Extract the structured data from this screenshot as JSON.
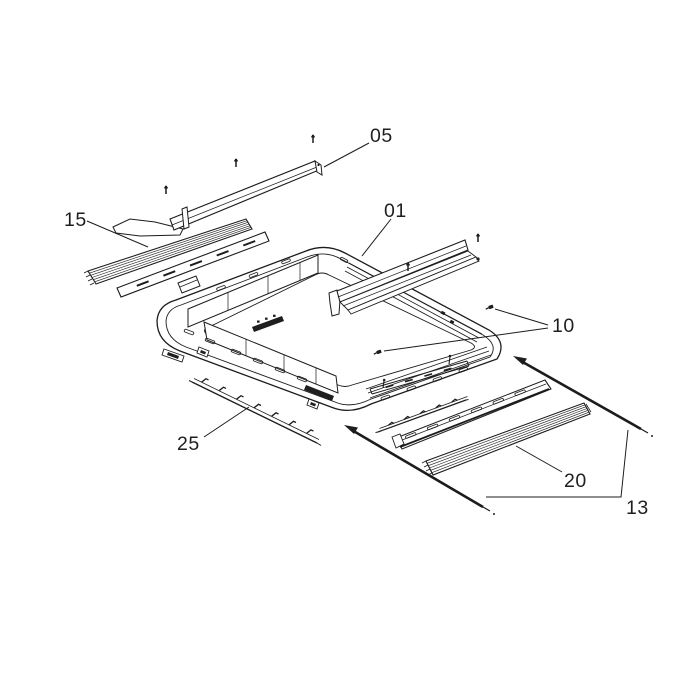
{
  "diagram": {
    "background": "#ffffff",
    "line_color": "#1c1c1c",
    "callouts": {
      "c05": "05",
      "c01": "01",
      "c15": "15",
      "c10": "10",
      "c25": "25",
      "c20": "20",
      "c13": "13"
    }
  }
}
